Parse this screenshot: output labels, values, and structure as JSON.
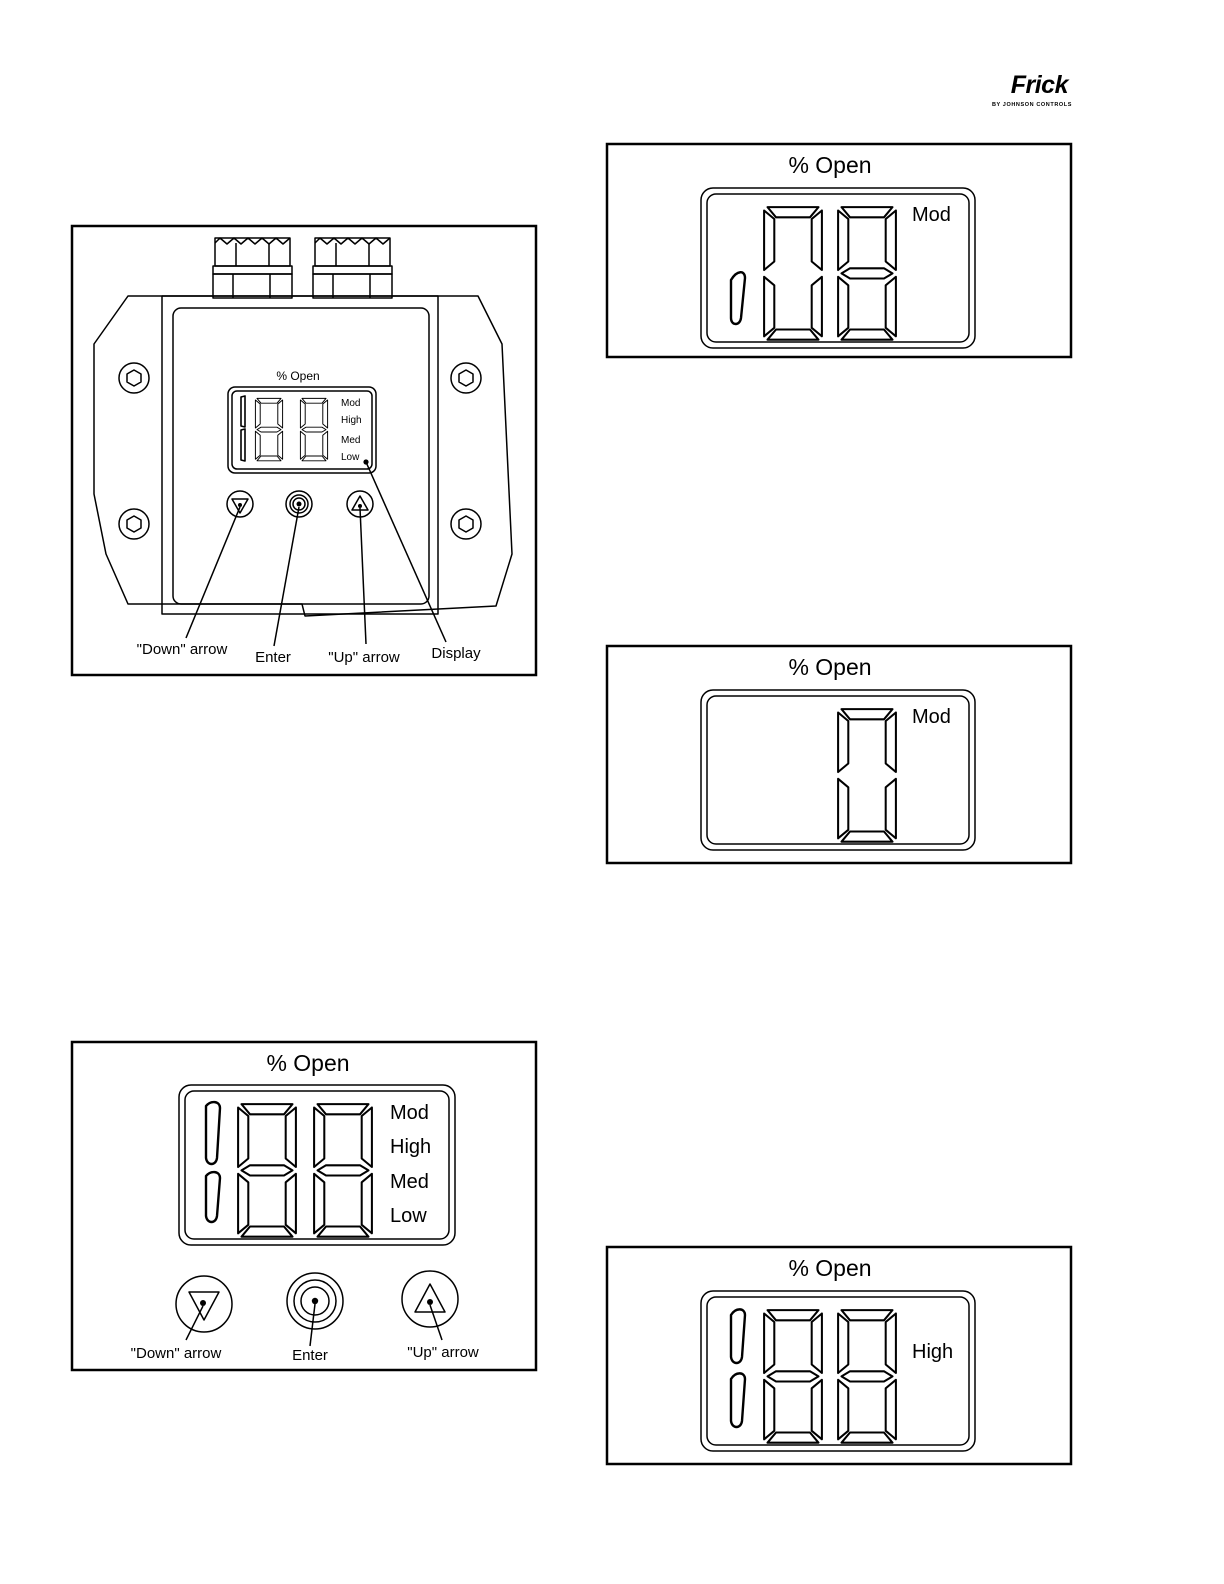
{
  "logo": {
    "brand": "Frick",
    "tagline": "BY JOHNSON CONTROLS"
  },
  "fig_device": {
    "display_title": "% Open",
    "modes": [
      "Mod",
      "High",
      "Med",
      "Low"
    ],
    "callouts": {
      "down": "\"Down\" arrow",
      "enter": "Enter",
      "up": "\"Up\" arrow",
      "display": "Display"
    }
  },
  "fig_keypad": {
    "display_title": "% Open",
    "modes": [
      "Mod",
      "High",
      "Med",
      "Low"
    ],
    "labels": {
      "down": "\"Down\" arrow",
      "enter": "Enter",
      "up": "\"Up\" arrow"
    }
  },
  "fig_lcd_1": {
    "title": "% Open",
    "mode": "Mod"
  },
  "fig_lcd_2": {
    "title": "% Open",
    "mode": "Mod"
  },
  "fig_lcd_3": {
    "title": "% Open",
    "mode": "High"
  }
}
